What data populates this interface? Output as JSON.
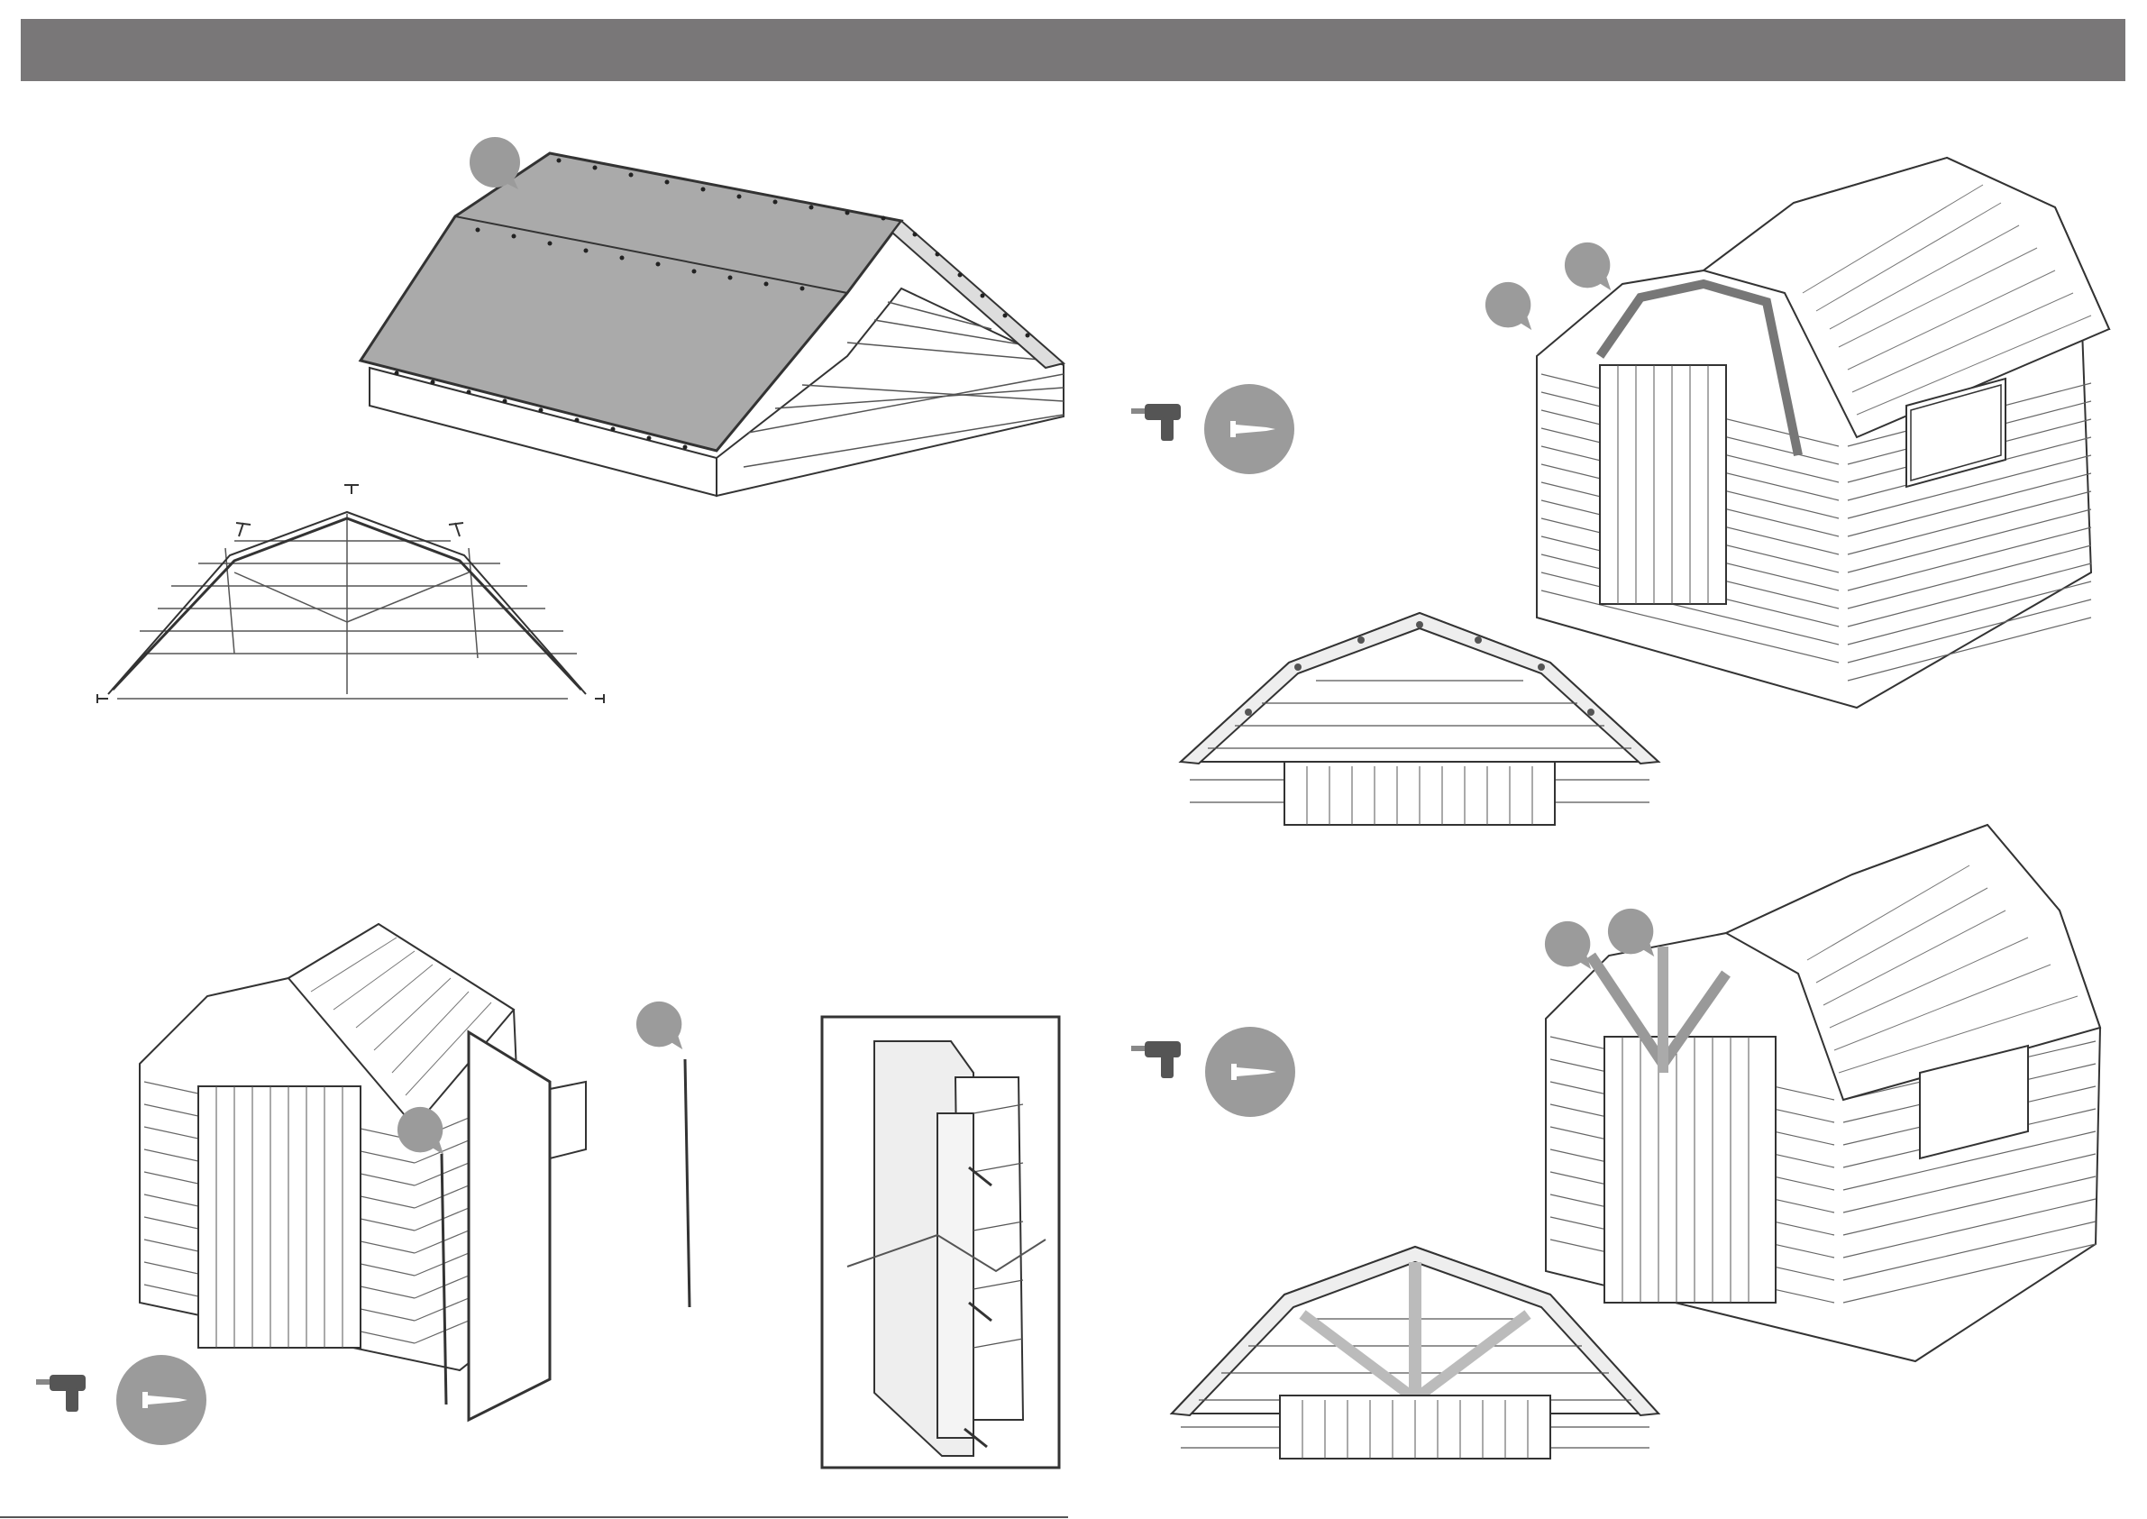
{
  "page": {
    "header_color": "#797778",
    "callout_color": "#9b9b9b",
    "roof_felt_color": "#aaaaaa",
    "line_color": "#333333"
  },
  "steps": [
    {
      "id": "felt-roof",
      "callouts": 1,
      "icons": []
    },
    {
      "id": "barge-boards-right",
      "callouts": 2,
      "icons": [
        "power-drill-icon",
        "screw-icon"
      ]
    },
    {
      "id": "corner-trim",
      "callouts": 2,
      "icons": [
        "power-drill-icon",
        "screw-icon"
      ]
    },
    {
      "id": "gable-finials",
      "callouts": 2,
      "icons": [
        "power-drill-icon",
        "screw-icon"
      ]
    }
  ]
}
